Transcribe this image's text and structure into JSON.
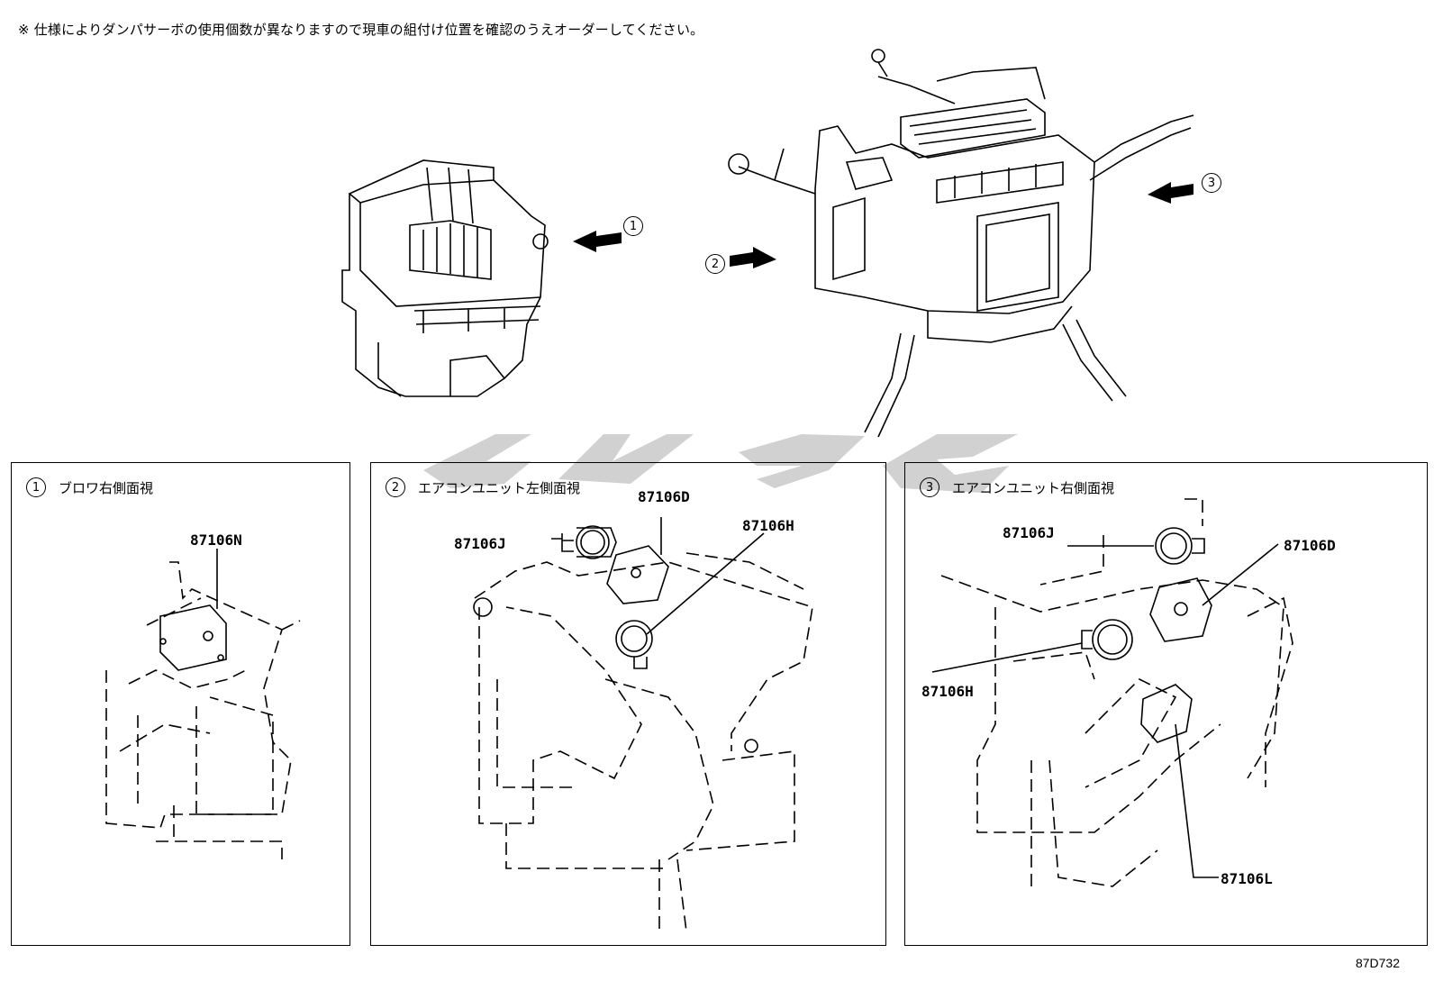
{
  "note": "※  仕様によりダンパサーボの使用個数が異なりますので現車の組付け位置を確認のうえオーダーしてください。",
  "callouts": {
    "c1": "1",
    "c2": "2",
    "c3": "3"
  },
  "panels": [
    {
      "num": "1",
      "title": "ブロワ右側面視",
      "parts": [
        "87106N"
      ]
    },
    {
      "num": "2",
      "title": "エアコンユニット左側面視",
      "parts": [
        "87106D",
        "87106J",
        "87106H"
      ]
    },
    {
      "num": "3",
      "title": "エアコンユニット右側面視",
      "parts": [
        "87106J",
        "87106D",
        "87106H",
        "87106L"
      ]
    }
  ],
  "diagram_code": "87D732"
}
